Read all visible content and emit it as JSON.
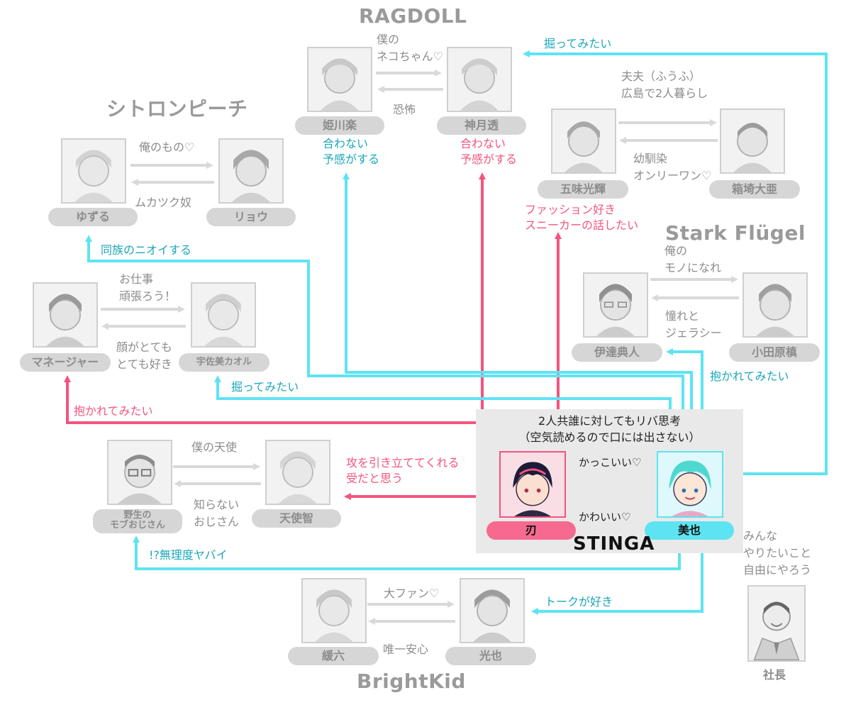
{
  "groups": {
    "ragdoll": "RAGDOLL",
    "citron": "シトロンピーチ",
    "stark": "Stark Flügel",
    "brightkid": "BrightKid"
  },
  "characters": {
    "himekawa": "姫川楽",
    "kamitsuki": "神月透",
    "gomi": "五味光輝",
    "hakozaki": "箱埼大亜",
    "yuzuru": "ゆずる",
    "ryo": "リョウ",
    "manager": "マネージャー",
    "usami": "宇佐美カオル",
    "date": "伊達典人",
    "odawara": "小田原槙",
    "yasei": "野生の\nモブおじさん",
    "tenshi": "天使智",
    "jin": "刃",
    "miya": "美也",
    "yuroku": "緩六",
    "koya": "光也",
    "shacho": "社長"
  },
  "relations": {
    "ragdoll_top": "僕の\nネコちゃん♡",
    "ragdoll_bottom": "恐怖",
    "fufu": "夫夫（ふうふ）\n広島で2人暮らし",
    "osananajimi": "幼馴染\nオンリーワン♡",
    "citron_top": "俺のもの♡",
    "citron_bottom": "ムカツク奴",
    "work_top": "お仕事\n頑張ろう！",
    "work_bottom": "顔がとても\nとても好き",
    "stark_top": "俺の\nモノになれ",
    "stark_bottom": "憧れと\nジェラシー",
    "tenshi_top": "僕の天使",
    "tenshi_bottom": "知らない\nおじさん",
    "bright_top": "大ファン♡",
    "bright_bottom": "唯一安心",
    "shacho_note": "みんな\nやりたいこと\n自由にやろう"
  },
  "arrow_labels": {
    "awanai_himekawa": "合わない\n予感がする",
    "awanai_kamitsuki": "合わない\n予感がする",
    "fashion": "ファッション好き\nスニーカーの話したい",
    "horitemitai_top": "掘ってみたい",
    "dozoku": "同族のニオイする",
    "horitemitai_usami": "掘ってみたい",
    "dakaretemitai_manager": "抱かれてみたい",
    "dakaretemitai_date": "抱かれてみたい",
    "seme": "攻を引き立ててくれる\n受だと思う",
    "muriyabai": "!?無理度ヤバイ",
    "talk": "トークが好き"
  },
  "center": {
    "line1": "2人共誰に対してもリバ思考",
    "line2": "（空気読めるので口には出さない）",
    "kakkoii": "かっこいい♡",
    "kawaii": "かわいい♡",
    "unit": "STINGA"
  },
  "colors": {
    "pink": "#f2557d",
    "cyan": "#5ee3f2",
    "grey_arrow": "#d9d9d9",
    "nameplate": "#d6d6d6",
    "center_bg": "#e9e9e9"
  }
}
